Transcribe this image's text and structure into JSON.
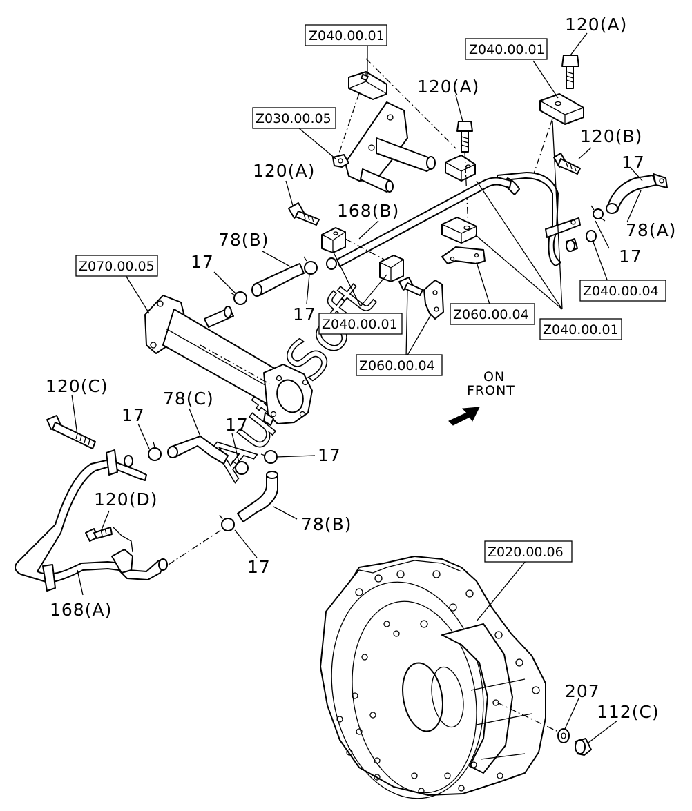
{
  "refs": {
    "z040_a": "Z040.00.01",
    "z040_b": "Z040.00.01",
    "z030": "Z030.00.05",
    "z070": "Z070.00.05",
    "z040_c": "Z040.00.01",
    "z060_a": "Z060.00.04",
    "z040_d": "Z040.00.04",
    "z040_e": "Z040.00.01",
    "z060_b": "Z060.00.04",
    "z020": "Z020.00.06"
  },
  "labels": {
    "p120a_1": "120(A)",
    "p120a_2": "120(A)",
    "p120a_3": "120(A)",
    "p120b": "120(B)",
    "p120c": "120(C)",
    "p120d": "120(D)",
    "p168b": "168(B)",
    "p168a": "168(A)",
    "p78b_1": "78(B)",
    "p78b_2": "78(B)",
    "p78a": "78(A)",
    "p78c": "78(C)",
    "p17_1": "17",
    "p17_2": "17",
    "p17_3": "17",
    "p17_4": "17",
    "p17_5": "17",
    "p17_6": "17",
    "p17_7": "17",
    "p17_8": "17",
    "p207": "207",
    "p112c": "112(C)",
    "front_on": "ON",
    "front_front": "FRONT"
  },
  "watermark": "AutoSoft"
}
